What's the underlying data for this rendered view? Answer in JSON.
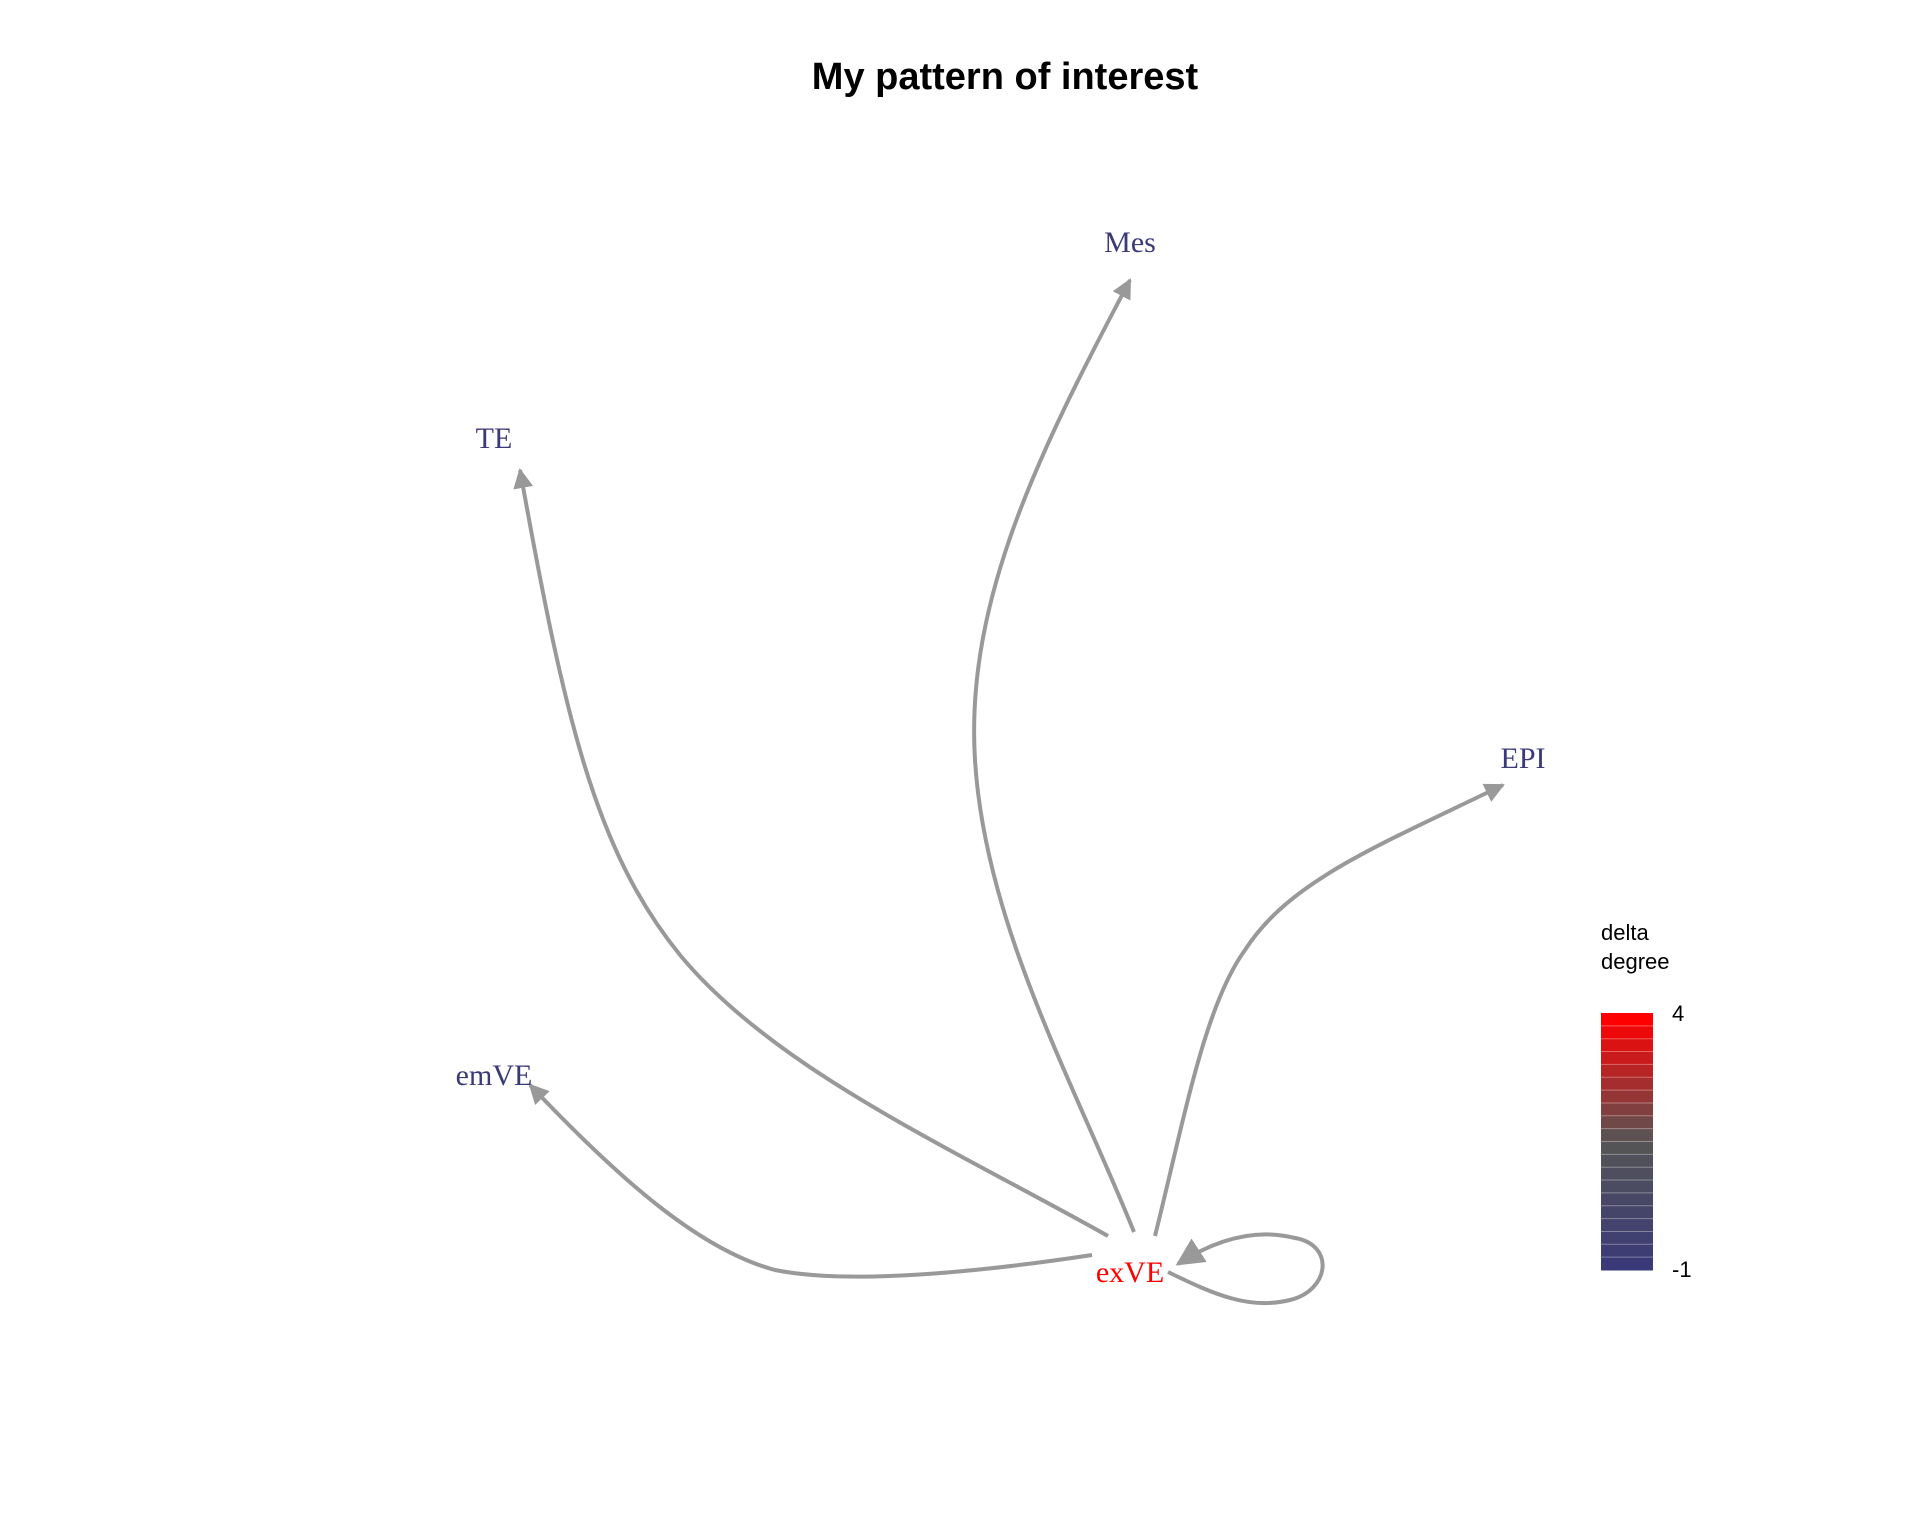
{
  "title": "My pattern of interest",
  "nodes": [
    {
      "id": "Mes",
      "label": "Mes",
      "delta_degree": -1
    },
    {
      "id": "TE",
      "label": "TE",
      "delta_degree": -1
    },
    {
      "id": "EPI",
      "label": "EPI",
      "delta_degree": -1
    },
    {
      "id": "emVE",
      "label": "emVE",
      "delta_degree": -1
    },
    {
      "id": "exVE",
      "label": "exVE",
      "delta_degree": 4
    }
  ],
  "edges": [
    {
      "from": "exVE",
      "to": "Mes"
    },
    {
      "from": "exVE",
      "to": "TE"
    },
    {
      "from": "exVE",
      "to": "EPI"
    },
    {
      "from": "exVE",
      "to": "emVE"
    },
    {
      "from": "exVE",
      "to": "exVE"
    }
  ],
  "legend": {
    "title_line1": "delta",
    "title_line2": "degree",
    "max_label": "4",
    "min_label": "-1",
    "low_color": "#3a3a78",
    "mid_color": "#555555",
    "high_color": "#ff0000"
  },
  "colors": {
    "edge": "#999999",
    "low_node": "#3a3a78",
    "high_node": "#ff0000"
  }
}
